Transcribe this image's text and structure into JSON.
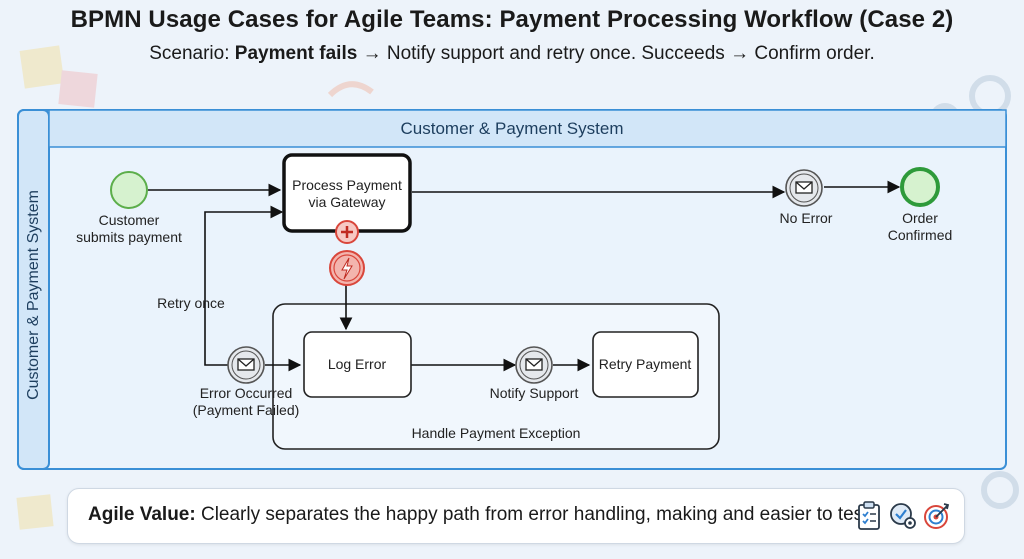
{
  "title": "BPMN Usage Cases for Agile Teams: Payment Processing Workflow (Case 2)",
  "subtitle": {
    "prefix": "Scenario:",
    "bold": "Payment fails",
    "rest": "→ Notify support and retry once. Succeeds → Confirm order."
  },
  "pool": {
    "side_label": "Customer & Payment System",
    "lane_label": "Customer & Payment System"
  },
  "nodes": {
    "start": {
      "label_line1": "Customer",
      "label_line2": "submits payment"
    },
    "process_payment": {
      "label_line1": "Process Payment",
      "label_line2": "via Gateway"
    },
    "no_error": {
      "label": "No Error"
    },
    "end": {
      "label_line1": "Order",
      "label_line2": "Confirmed"
    },
    "error_occurred": {
      "label_line1": "Error Occurred",
      "label_line2": "(Payment Failed)"
    },
    "log_error": {
      "label": "Log Error"
    },
    "notify_support": {
      "label": "Notify Support"
    },
    "retry_payment": {
      "label": "Retry Payment"
    },
    "subprocess": {
      "label": "Handle Payment Exception"
    },
    "retry_flow": {
      "label": "Retry once"
    }
  },
  "footer": {
    "bold": "Agile Value:",
    "text": " Clearly separates the happy path from error handling, making and easier to test.",
    "icons": [
      "clipboard-check-icon",
      "checklist-gear-icon",
      "target-icon"
    ]
  },
  "colors": {
    "pool_border": "#3a8fd6",
    "lane_header": "#d2e6f8",
    "start_fill": "#d6f2cf",
    "start_stroke": "#5cae4a",
    "end_stroke": "#2e9a3a",
    "error_red": "#d9463b"
  }
}
